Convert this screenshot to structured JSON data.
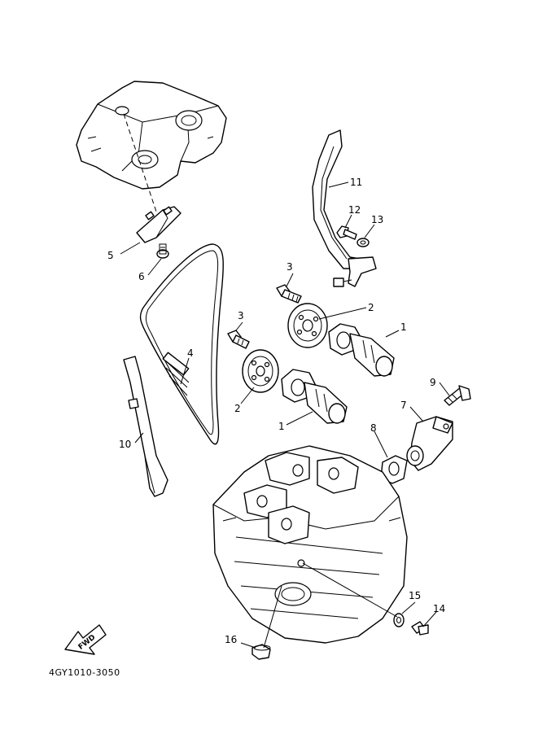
{
  "diagram": {
    "document_code": "4GY1010-3050",
    "fwd_label": "FWD",
    "callouts": [
      {
        "id": "c1a",
        "text": "1"
      },
      {
        "id": "c1b",
        "text": "1"
      },
      {
        "id": "c2a",
        "text": "2"
      },
      {
        "id": "c2b",
        "text": "2"
      },
      {
        "id": "c3a",
        "text": "3"
      },
      {
        "id": "c3b",
        "text": "3"
      },
      {
        "id": "c4",
        "text": "4"
      },
      {
        "id": "c5",
        "text": "5"
      },
      {
        "id": "c6",
        "text": "6"
      },
      {
        "id": "c7",
        "text": "7"
      },
      {
        "id": "c8",
        "text": "8"
      },
      {
        "id": "c9",
        "text": "9"
      },
      {
        "id": "c10",
        "text": "10"
      },
      {
        "id": "c11",
        "text": "11"
      },
      {
        "id": "c12",
        "text": "12"
      },
      {
        "id": "c13",
        "text": "13"
      },
      {
        "id": "c14",
        "text": "14"
      },
      {
        "id": "c15",
        "text": "15"
      },
      {
        "id": "c16",
        "text": "16"
      }
    ]
  }
}
